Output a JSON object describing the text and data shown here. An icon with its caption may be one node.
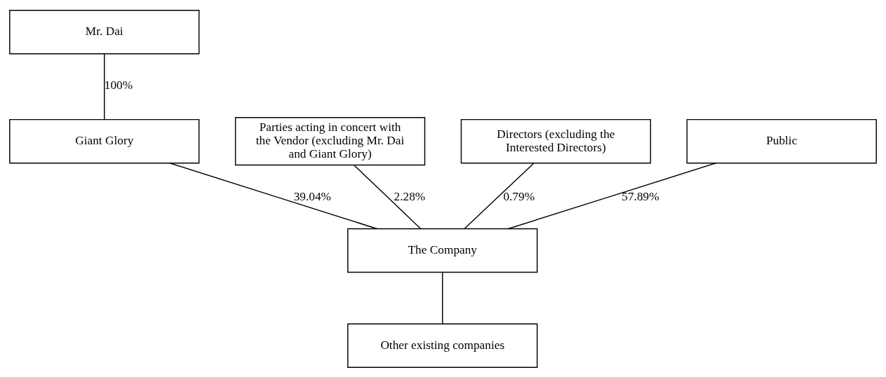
{
  "diagram": {
    "nodes": [
      {
        "text": [
          "Mr. Dai"
        ]
      },
      {
        "text": [
          "Giant Glory"
        ]
      },
      {
        "text": [
          "Parties acting in concert with the Vendor (excluding Mr. Dai and Giant Glory)"
        ]
      },
      {
        "text": [
          "Directors (excluding the Interested Directors)"
        ]
      },
      {
        "text": [
          "Public"
        ]
      },
      {
        "text": [
          "The Company"
        ]
      },
      {
        "text": [
          "Other existing companies"
        ]
      }
    ],
    "edges": [
      {
        "from": 0,
        "to": 1,
        "arrow": "none",
        "label": "100%"
      },
      {
        "from": 1,
        "to": 5,
        "arrow": "none",
        "label": "39.04%"
      },
      {
        "from": 2,
        "to": 5,
        "arrow": "none",
        "label": "2.28%"
      },
      {
        "from": 3,
        "to": 5,
        "arrow": "none",
        "label": "0.79%"
      },
      {
        "from": 4,
        "to": 5,
        "arrow": "none",
        "label": "57.89%"
      },
      {
        "from": 5,
        "to": 6,
        "arrow": "none"
      }
    ]
  }
}
